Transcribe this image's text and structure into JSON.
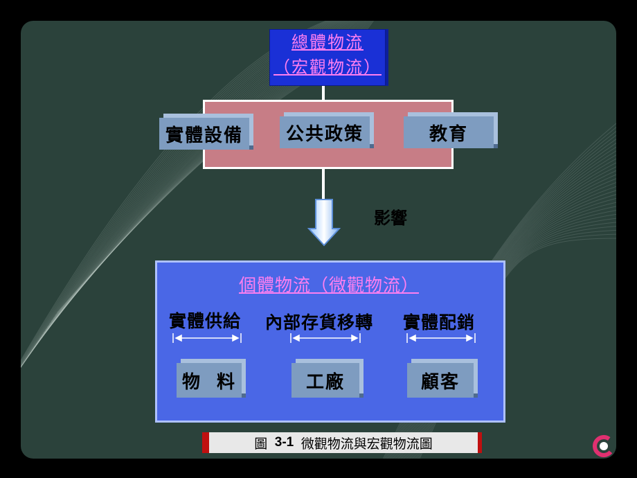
{
  "macro": {
    "line1": "總體物流",
    "line2": "（宏觀物流）"
  },
  "policy_boxes": [
    "實體設備",
    "公共政策",
    "教育"
  ],
  "influence_label": "影響",
  "micro": {
    "title": "個體物流（微觀物流）",
    "flows": [
      "實體供給",
      "內部存貨移轉",
      "實體配銷"
    ],
    "nodes": [
      "物  料",
      "工廠",
      "顧客"
    ]
  },
  "caption": {
    "fig": "圖",
    "num": "3-1",
    "text": "微觀物流與宏觀物流圖"
  },
  "colors": {
    "slide_bg": "#2b423b",
    "macro_box": "#1a30d6",
    "micro_panel": "#4a67e6",
    "policy_band": "#c77d86",
    "node_box": "#7e9cc0",
    "title_text": "#ff7ff0"
  },
  "icons": {
    "logo": "c-logo-icon",
    "arrow": "down-arrow-icon"
  }
}
